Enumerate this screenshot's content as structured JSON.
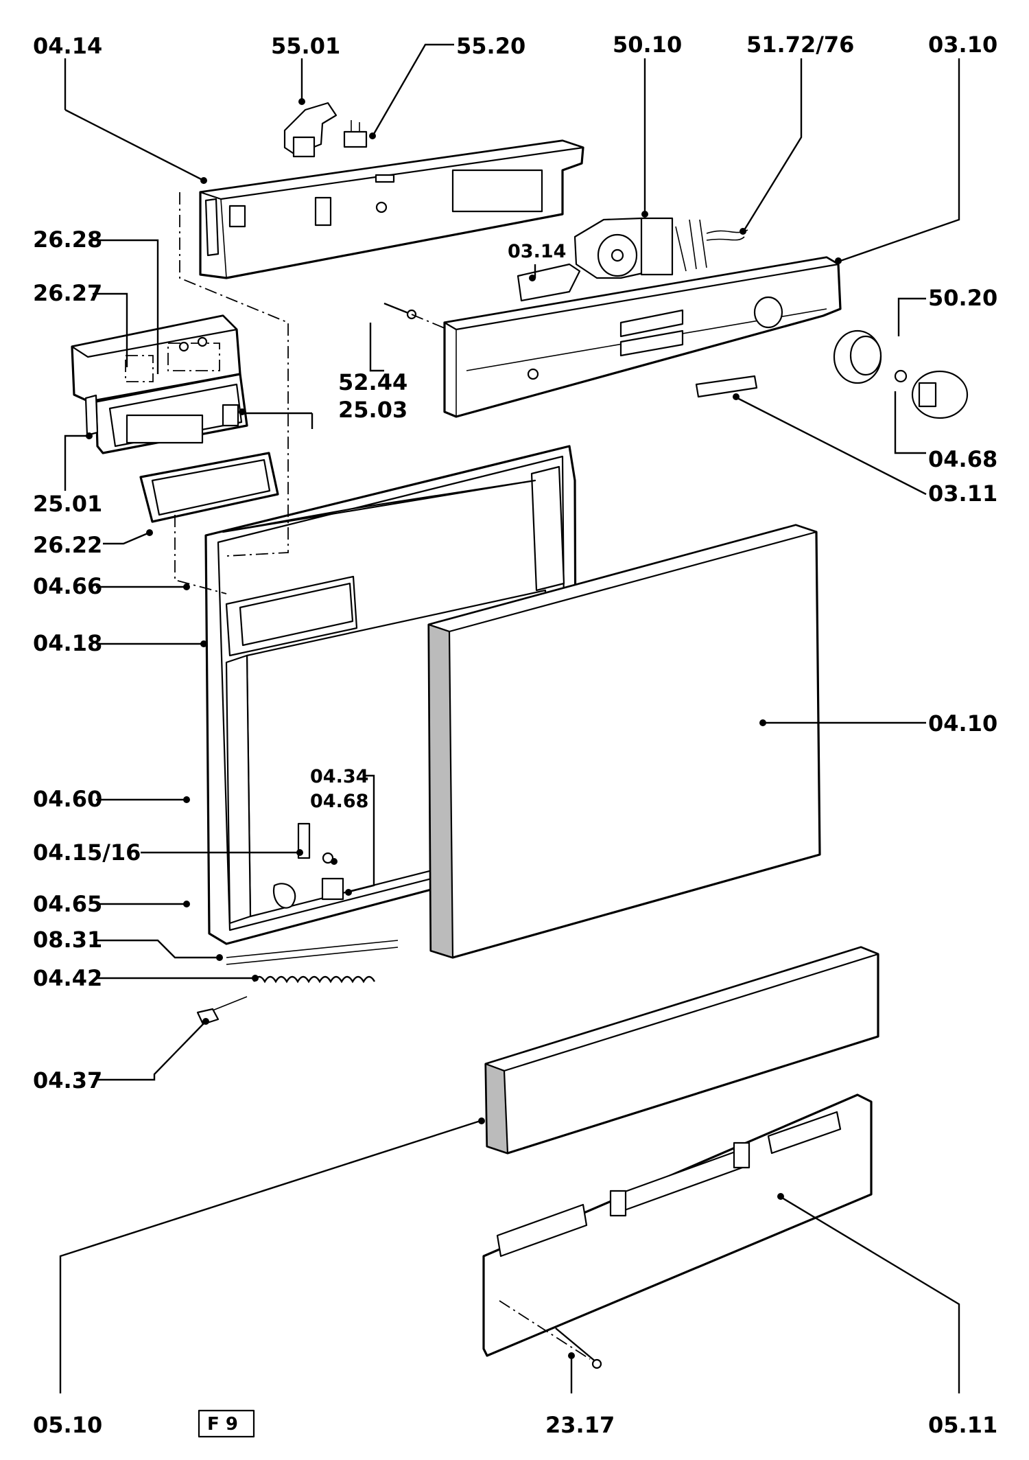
{
  "figure_code": "F 9",
  "labels": {
    "l_04_14": "04.14",
    "l_55_01": "55.01",
    "l_55_20": "55.20",
    "l_50_10": "50.10",
    "l_51_72": "51.72/76",
    "l_03_10": "03.10",
    "l_26_28": "26.28",
    "l_26_27": "26.27",
    "l_03_14": "03.14",
    "l_50_20": "50.20",
    "l_52_44": "52.44",
    "l_25_03": "25.03",
    "l_04_68_top": "04.68",
    "l_25_01": "25.01",
    "l_03_11": "03.11",
    "l_26_22": "26.22",
    "l_04_66": "04.66",
    "l_04_18": "04.18",
    "l_04_10": "04.10",
    "l_04_34": "04.34",
    "l_04_68_mid": "04.68",
    "l_04_60": "04.60",
    "l_04_15": "04.15/16",
    "l_04_65": "04.65",
    "l_08_31": "08.31",
    "l_04_42": "04.42",
    "l_04_37": "04.37",
    "l_05_10": "05.10",
    "l_23_17": "23.17",
    "l_05_11": "05.11"
  }
}
